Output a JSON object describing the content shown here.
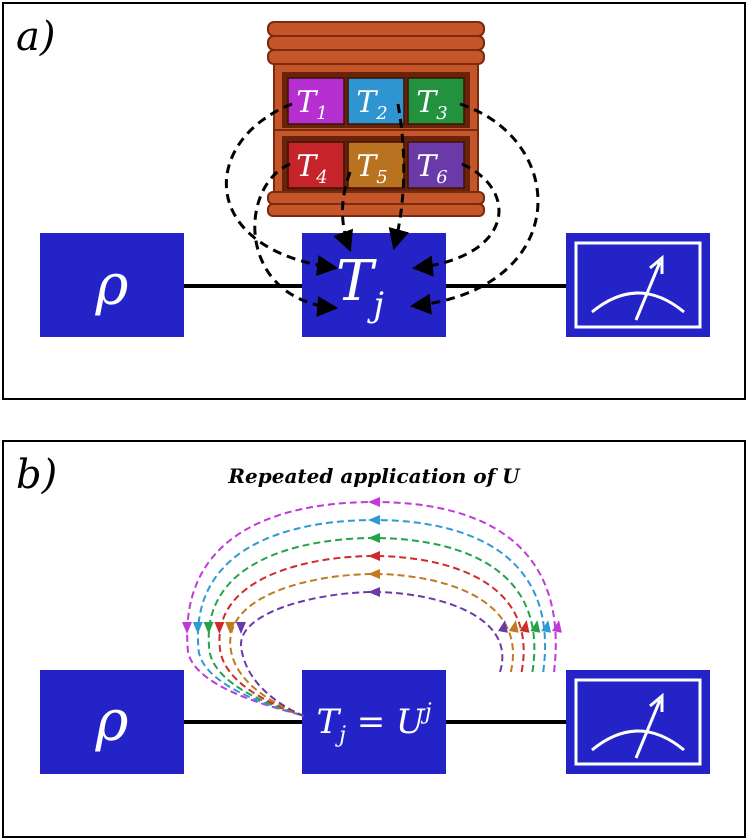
{
  "panel_a": {
    "label": "a)",
    "input_symbol": "ρ",
    "center_symbol": "T",
    "center_subscript": "j",
    "shelf_tiles": [
      {
        "symbol": "T",
        "sub": "1",
        "color": "#b62fd0"
      },
      {
        "symbol": "T",
        "sub": "2",
        "color": "#2f95d0"
      },
      {
        "symbol": "T",
        "sub": "3",
        "color": "#22923f"
      },
      {
        "symbol": "T",
        "sub": "4",
        "color": "#c4242a"
      },
      {
        "symbol": "T",
        "sub": "5",
        "color": "#b9721f"
      },
      {
        "symbol": "T",
        "sub": "6",
        "color": "#6a3aa8"
      }
    ]
  },
  "panel_b": {
    "label": "b)",
    "caption": "Repeated application of U",
    "input_symbol": "ρ",
    "center_text": "T",
    "center_subscript": "j",
    "center_equals": " = U",
    "center_superscript": "j",
    "loop_colors": [
      "#c13ad8",
      "#2e9ad4",
      "#23a34a",
      "#d02a2a",
      "#c07a1f",
      "#6a3aa8"
    ]
  },
  "colors": {
    "box_blue": "#2323c8",
    "wood": "#c4562a",
    "wood_dark": "#7a2a0e",
    "line": "#000000"
  }
}
